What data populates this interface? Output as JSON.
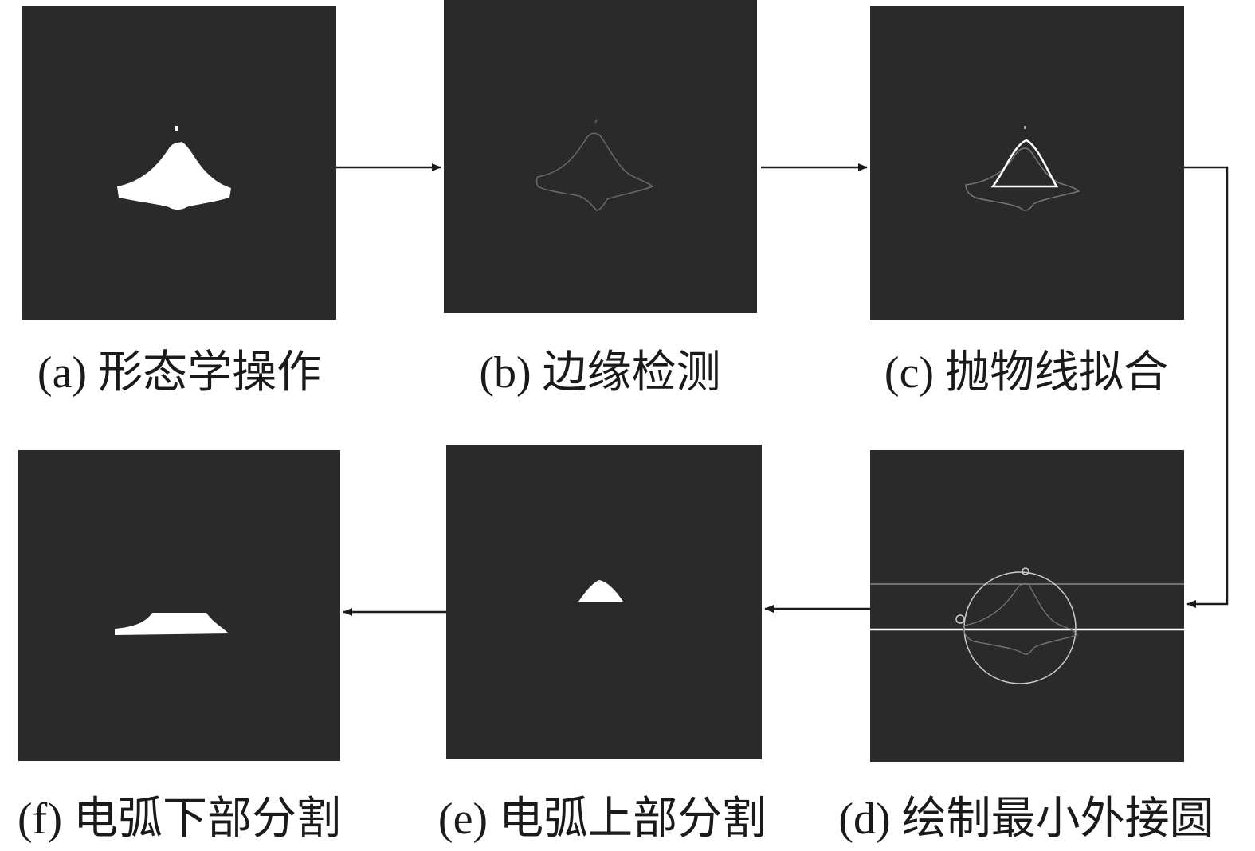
{
  "panels": {
    "a": {
      "caption": "(a) 形态学操作"
    },
    "b": {
      "caption": "(b) 边缘检测"
    },
    "c": {
      "caption": "(c) 抛物线拟合"
    },
    "d": {
      "caption": "(d) 绘制最小外接圆"
    },
    "e": {
      "caption": "(e) 电弧上部分割"
    },
    "f": {
      "caption": "(f) 电弧下部分割"
    }
  },
  "colors": {
    "image_bg": "#2a2a2a",
    "foreground": "#ffffff",
    "arrow": "#1a1a1a"
  }
}
